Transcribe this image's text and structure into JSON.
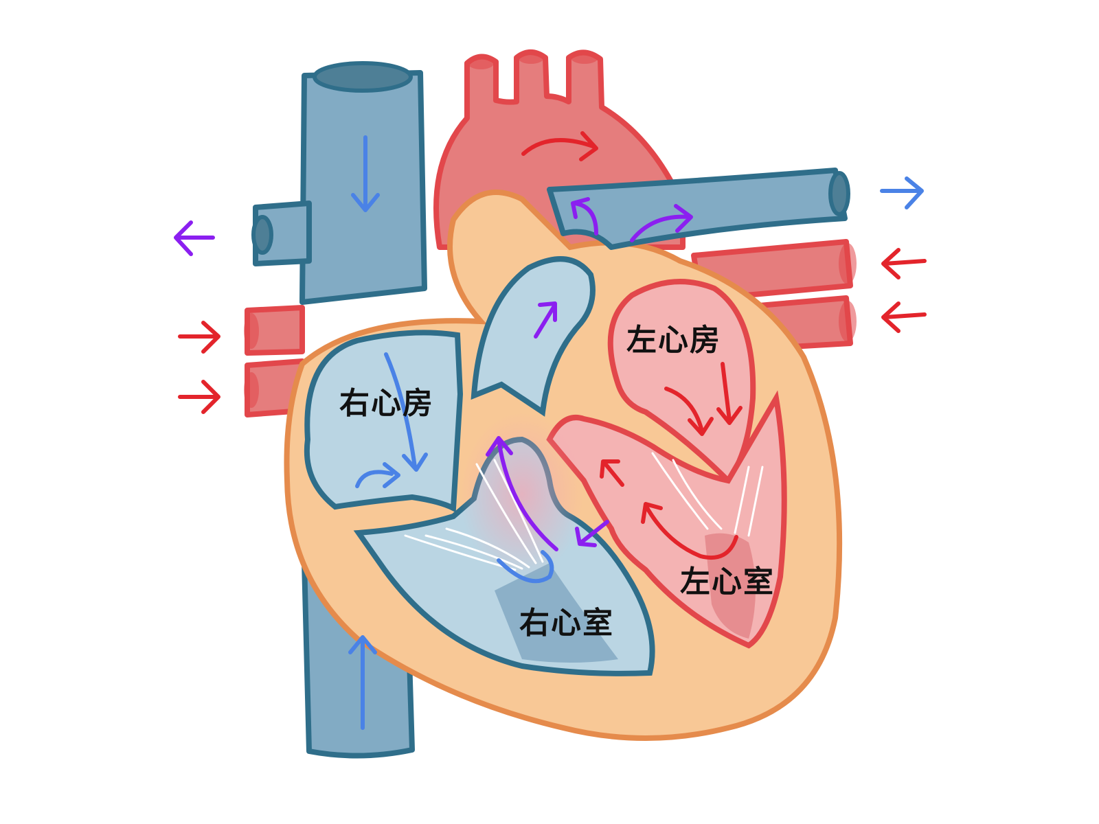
{
  "labels": {
    "right_atrium": "右心房",
    "right_ventricle": "右心室",
    "left_atrium": "左心房",
    "left_ventricle": "左心室"
  },
  "colors": {
    "background": "#ffffff",
    "vein_fill": "#82abc4",
    "vein_outline": "#2f6e8a",
    "vein_lumen": "#4e7f96",
    "artery_fill": "#e57d7d",
    "artery_outline": "#e2474b",
    "muscle_fill": "#f8c896",
    "muscle_outline": "#e58b4c",
    "right_chamber": "#bad5e3",
    "right_chamber_dark": "#8cb0c8",
    "left_chamber": "#f4b3b3",
    "left_chamber_dark": "#e07d82",
    "arrow_deoxygenated": "#4a82e6",
    "arrow_oxygenated": "#e3242b",
    "arrow_pulmonary": "#8b1ff0",
    "chordae": "#ffffff"
  },
  "icons": {
    "flow_arrow": "arrow-icon"
  }
}
